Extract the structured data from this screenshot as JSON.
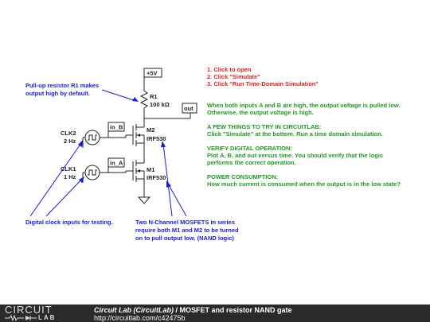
{
  "circuit": {
    "supply_label": "+5V",
    "r1_name": "R1",
    "r1_value": "100 kΩ",
    "out_label": "out",
    "m2_name": "M2",
    "m2_part": "IRF530",
    "m1_name": "M1",
    "m1_part": "IRF530",
    "inb_label": "in_B",
    "ina_label": "in_A",
    "clk2_name": "CLK2",
    "clk2_freq": "2 Hz",
    "clk1_name": "CLK1",
    "clk1_freq": "1 Hz"
  },
  "annotations": {
    "pullup_line1": "Pull-up resistor R1 makes",
    "pullup_line2": "output high by default.",
    "clock_note": "Digital clock inputs for testing.",
    "mosfet_line1": "Two N-Channel MOSFETS in series",
    "mosfet_line2": "require both M1 and M2 to be turned",
    "mosfet_line3": "on to pull output low. (NAND logic)"
  },
  "steps": [
    "1. Click to open",
    "2. Click \"Simulate\"",
    "3. Click \"Run Time-Domain Simulation\""
  ],
  "notes": {
    "desc_line1": "When both inputs A and B are high, the output voltage is pulled low.",
    "desc_line2": "Otherwise, the output voltage is high.",
    "try_heading": "A FEW THINGS TO TRY IN CIRCUITLAB:",
    "try_text": "Click \"Simulate\" at the bottom. Run a time domain simulation.",
    "verify_heading": "VERIFY DIGITAL OPERATION:",
    "verify_line1": "Plot A, B, and out versus time. You should verify that the logic",
    "verify_line2": "performs the correct operation.",
    "power_heading": "POWER CONSUMPTION:",
    "power_text": "How much current is consumed when the output is in the low state?"
  },
  "footer": {
    "logo_top": "CIRCUIT",
    "logo_bottom": "LAB",
    "site": "Circuit Lab (CircuitLab)",
    "separator": " / ",
    "title": "MOSFET and resistor NAND gate",
    "url": "http://circuitlab.com/c42475b"
  },
  "colors": {
    "steps": "#e02020",
    "notes": "#1f9a1f",
    "annotation": "#1a1adb",
    "footer_bg": "#2a2a2a"
  }
}
